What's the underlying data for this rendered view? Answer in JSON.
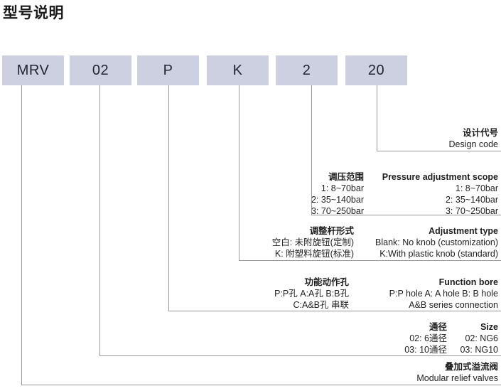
{
  "title": "型号说明",
  "code_boxes": [
    {
      "name": "series",
      "value": "MRV"
    },
    {
      "name": "size",
      "value": "02"
    },
    {
      "name": "function-bore",
      "value": "P"
    },
    {
      "name": "adjustment-type",
      "value": "K"
    },
    {
      "name": "pressure-scope",
      "value": "2"
    },
    {
      "name": "design-code",
      "value": "20"
    }
  ],
  "legend": {
    "design_code": {
      "heading_cn": "设计代号",
      "heading_en": "Design code"
    },
    "pressure_scope": {
      "heading_cn": "调压范围",
      "heading_en": "Pressure adjustment scope",
      "rows": [
        {
          "cn": "1: 8~70bar",
          "en": "1: 8~70bar"
        },
        {
          "cn": "2: 35~140bar",
          "en": "2: 35~140bar"
        },
        {
          "cn": "3: 70~250bar",
          "en": "3: 70~250bar"
        }
      ]
    },
    "adjustment_type": {
      "heading_cn": "调整杆形式",
      "heading_en": "Adjustment type",
      "rows": [
        {
          "cn": "空白: 未附旋钮(定制)",
          "en": "Blank: No knob (customization)"
        },
        {
          "cn": "K: 附塑料旋钮(标准)",
          "en": "K:With plastic knob (standard)"
        }
      ]
    },
    "function_bore": {
      "heading_cn": "功能动作孔",
      "heading_en": "Function bore",
      "rows": [
        {
          "cn": "P:P孔  A:A孔  B:B孔",
          "en": "P:P hole  A: A hole  B: B hole"
        },
        {
          "cn": "C:A&B孔 串联",
          "en": "A&B series connection"
        }
      ]
    },
    "size": {
      "heading_cn": "通径",
      "heading_en": "Size",
      "rows": [
        {
          "cn": "02: 6通径",
          "en": "02: NG6"
        },
        {
          "cn": "03: 10通径",
          "en": "03: NG10"
        }
      ]
    },
    "product": {
      "heading_cn": "叠加式溢流阀",
      "heading_en": "Modular relief valves"
    }
  },
  "colors": {
    "box_fill": "#ccd0e0",
    "line": "#9a9a9a",
    "text": "#1f1f1f"
  }
}
